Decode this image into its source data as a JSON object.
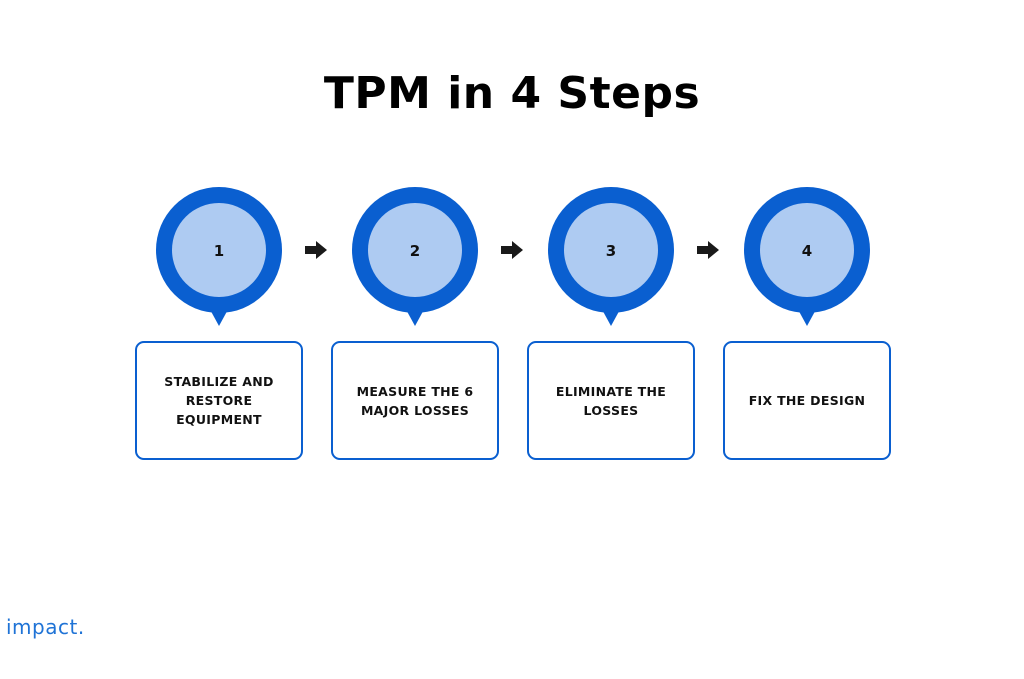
{
  "title": "TPM in 4 Steps",
  "colors": {
    "ring": "#0a5fd0",
    "inner": "#aecbf2",
    "box_border": "#0a5fd0",
    "arrow": "#1a1a1a",
    "logo": "#1f73d6"
  },
  "steps": [
    {
      "number": "1",
      "label": "STABILIZE AND RESTORE EQUIPMENT"
    },
    {
      "number": "2",
      "label": "MEASURE THE 6 MAJOR LOSSES"
    },
    {
      "number": "3",
      "label": "ELIMINATE THE LOSSES"
    },
    {
      "number": "4",
      "label": "FIX THE DESIGN"
    }
  ],
  "connector_icon": "right-arrow-icon",
  "logo": {
    "text": "impact."
  }
}
